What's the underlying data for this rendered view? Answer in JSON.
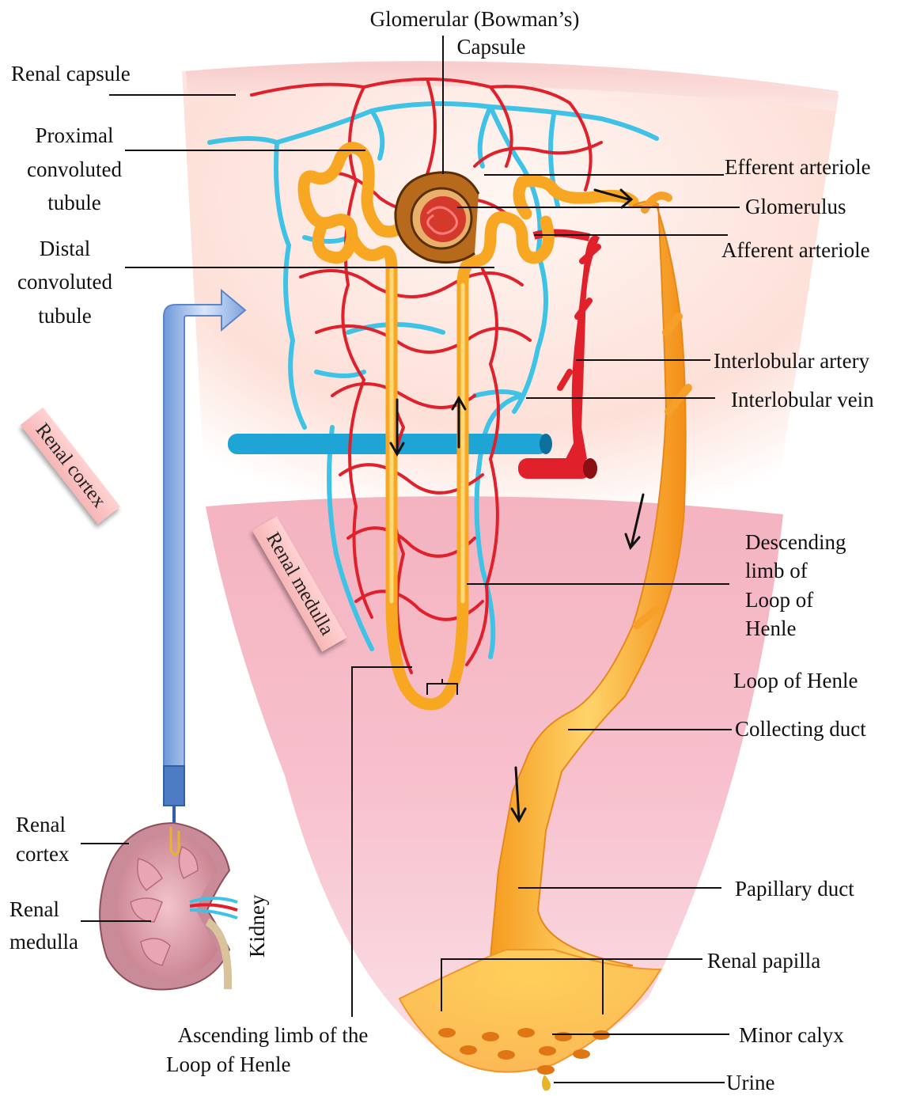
{
  "labels": {
    "glomerular_capsule_1": "Glomerular (Bowman’s)",
    "glomerular_capsule_2": "Capsule",
    "renal_capsule": "Renal capsule",
    "proximal_1": "Proximal",
    "proximal_2": "convoluted",
    "proximal_3": "tubule",
    "distal_1": "Distal",
    "distal_2": "convoluted",
    "distal_3": "tubule",
    "efferent_arteriole": "Efferent arteriole",
    "glomerulus": "Glomerulus",
    "afferent_arteriole": "Afferent arteriole",
    "interlobular_artery": "Interlobular artery",
    "interlobular_vein": "Interlobular vein",
    "descending_1": "Descending",
    "descending_2": "limb of",
    "descending_3": "Loop of",
    "descending_4": "Henle",
    "loop_of_henle": "Loop of Henle",
    "collecting_duct": "Collecting duct",
    "papillary_duct": "Papillary duct",
    "renal_papilla": "Renal papilla",
    "minor_calyx": "Minor calyx",
    "urine": "Urine",
    "ascending_1": "Ascending limb of the",
    "ascending_2": "Loop of Henle",
    "kidney_cortex_1": "Renal",
    "kidney_cortex_2": "cortex",
    "kidney_medulla_1": "Renal",
    "kidney_medulla_2": "medulla",
    "kidney": "Kidney"
  },
  "zones": {
    "renal_cortex": "Renal cortex",
    "renal_medulla": "Renal medulla"
  },
  "colors": {
    "artery": "#e0202a",
    "vein": "#3ec3e6",
    "tubule": "#f7a722",
    "cortex_bg": "#fde4dc",
    "medulla_bg": "#f2a6b4",
    "pointer": "#8fb4e6"
  }
}
